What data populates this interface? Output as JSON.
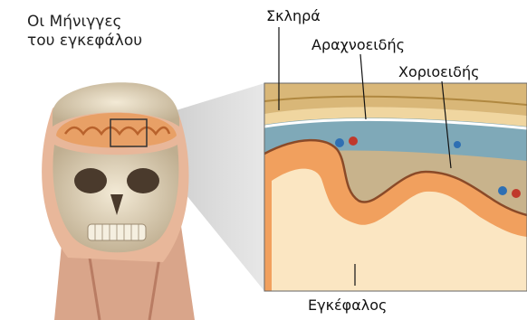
{
  "title": {
    "line1": "Οι Μήνιγγες",
    "line2": "του εγκεφάλου"
  },
  "labels": {
    "dura": "Σκληρά",
    "arachnoid": "Αραχνοειδής",
    "choroid": "Χοριοειδής",
    "brain": "Εγκέφαλος"
  },
  "colors": {
    "skin": "#f2c9a8",
    "bone": "#e8d7b8",
    "brain_tissue": "#f1a05e",
    "white_matter": "#fbe6c2",
    "dura": "#e8c98c",
    "arachnoid": "#8ab8c8",
    "blood_red": "#c0392b",
    "blood_blue": "#2e6fb3"
  }
}
